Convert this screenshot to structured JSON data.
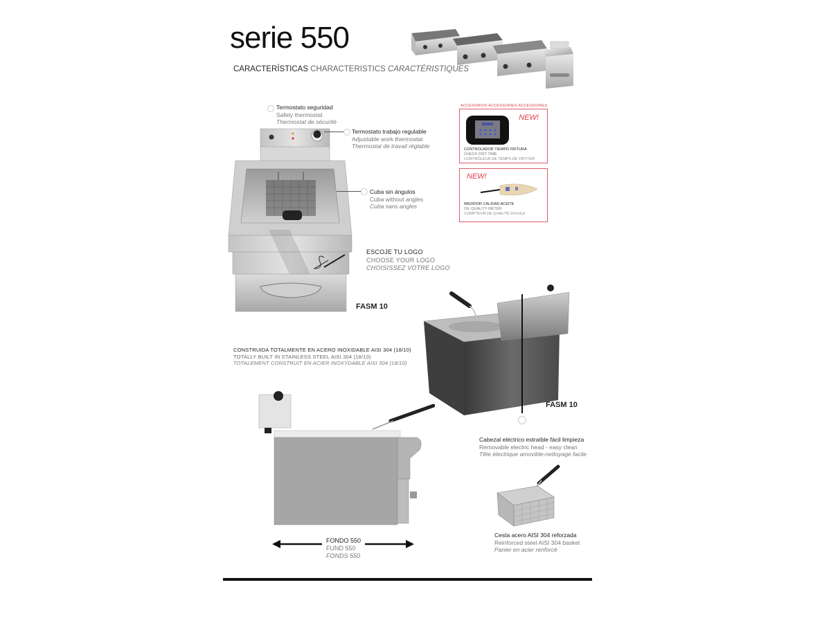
{
  "header": {
    "title": "serie 550",
    "subtitle": {
      "es": "CARACTERÍSTICAS",
      "en": "CHARACTERISTICS",
      "fr": "CARACTÉRISTIQUES"
    }
  },
  "features": {
    "safety_thermostat": {
      "es": "Termostato seguridad",
      "en": "Safety thermostat",
      "fr": "Thermostat de sécurité"
    },
    "work_thermostat": {
      "es": "Termostato trabajo regulable",
      "en": "Adjustable work thermostat",
      "fr": "Thermostat de travail réglable"
    },
    "tank": {
      "es": "Cuba sin ángulos",
      "en": "Cuba without angles",
      "fr": "Cuba sans angles"
    },
    "logo": {
      "es": "ESCOJE TU LOGO",
      "en": "CHOOSE YOUR LOGO",
      "fr": "CHOISISSEZ VOTRE LOGO"
    },
    "construction": {
      "es": "CONSTRUIDA TOTALMENTE EN ACERO INOXIDABLE  AISI 304 (18/10)",
      "en": "TOTALLY BUILT IN STAINLESS STEEL AISI 304 (18/10)",
      "fr": "TOTALEMENT CONSTRUIT EN ACIER INOXYDABLE AISI 304 (18/10)"
    },
    "electric_head": {
      "es": "Cabezal eléctrico extraíble fácil limpieza",
      "en": "Removable electric head - easy clean",
      "fr": "Tête électrique amovible-nettoyage facile"
    },
    "basket": {
      "es": "Cesta acero AISI 304 reforzada",
      "en": "Reinforced steel AISI 304 basket",
      "fr": "Panier en acier renforcé"
    },
    "depth": {
      "es": "FONDO 550",
      "en": "FUND 550",
      "fr": "FONDS 550"
    }
  },
  "models": {
    "front": "FASM 10",
    "perspective": "FASM 10"
  },
  "accessories": {
    "heading": "ACCESORIOS ACCESSORIES ACCESSOIRES",
    "items": [
      {
        "badge": "NEW!",
        "es": "CONTROLADOR TIEMPO FRITURA",
        "en": "CHECK FRIT TIME",
        "fr": "CONTRÔLEUR DE TEMPS DE FRITTER"
      },
      {
        "badge": "NEW!",
        "es": "MEDIDOR CALIDAD ACEITE",
        "en": "OIL QUALITY METER",
        "fr": "COMPTEUR DE QUALITÉ D'HUILE"
      }
    ]
  },
  "colors": {
    "accent_red": "#e0404a",
    "steel_light": "#d8d8d8",
    "steel_mid": "#a8a8a8",
    "steel_dark": "#555555"
  }
}
